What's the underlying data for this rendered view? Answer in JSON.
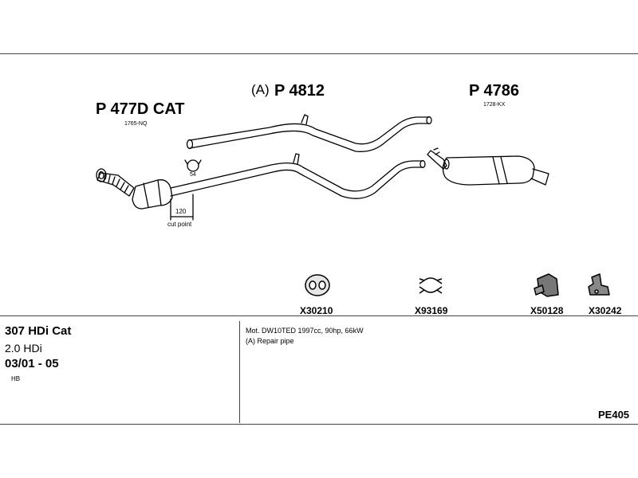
{
  "parts": {
    "cat": {
      "label": "P 477D CAT",
      "sub": "1765-NQ"
    },
    "middle": {
      "prefix": "(A)",
      "label": "P 4812"
    },
    "rear": {
      "label": "P 4786",
      "sub": "1728-KX"
    },
    "clamp_size": "54",
    "cut_length": "120",
    "cut_label": "cut point"
  },
  "accessories": [
    {
      "code": "X30210"
    },
    {
      "code": "X93169"
    },
    {
      "code": "X50128"
    },
    {
      "code": "X30242"
    }
  ],
  "vehicle": {
    "model": "307 HDi Cat",
    "engine": "2.0 HDi",
    "years": "03/01 - 05",
    "body": "HB"
  },
  "notes": {
    "engine_spec": "Mot. DW10TED 1997cc, 90hp, 66kW",
    "repair": "(A) Repair pipe"
  },
  "reference": "PE405"
}
